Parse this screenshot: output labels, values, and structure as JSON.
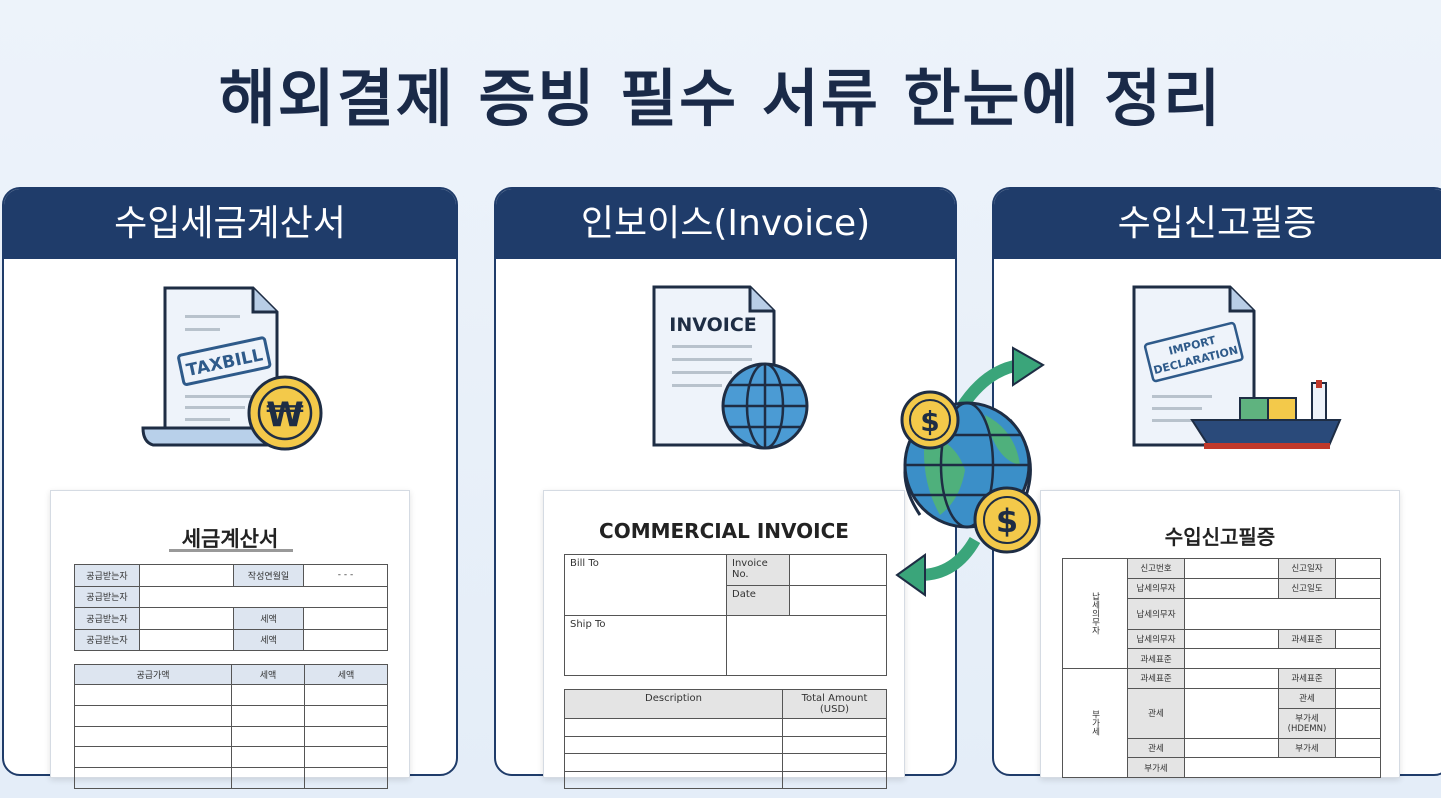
{
  "title": "해외결제 증빙 필수 서류 한눈에 정리",
  "colors": {
    "header": "#1f3c6a",
    "background": "#e8f0f9",
    "coin": "#f3c94a",
    "globe": "#3b8fc8",
    "arrow": "#3aa57a",
    "ship": "#c0392b"
  },
  "cards": [
    {
      "header": "수입세금계산서",
      "icon_stamp": "TAXBILL",
      "icon": "tax-document-with-won-coin-icon",
      "coin_symbol": "₩",
      "doc": {
        "title": "세금계산서",
        "table1": [
          [
            "공급받는자",
            "",
            "작성연월일",
            "-  -  -"
          ],
          [
            "공급받는자",
            ""
          ],
          [
            "공급받는자",
            "",
            "세액",
            ""
          ],
          [
            "공급받는자",
            "",
            "세액",
            ""
          ]
        ],
        "table2_headers": [
          "공급가액",
          "세액",
          "세액"
        ]
      }
    },
    {
      "header": "인보이스(Invoice)",
      "icon_stamp": "INVOICE",
      "icon": "invoice-document-with-globe-icon",
      "doc": {
        "title": "COMMERCIAL INVOICE",
        "bill_to": "Bill To",
        "invoice_no": "Invoice No.",
        "date": "Date",
        "ship_to": "Ship To",
        "table2_headers": [
          "Description",
          "Total Amount (USD)"
        ]
      }
    },
    {
      "header": "수입신고필증",
      "icon_stamp": "IMPORT DECLARATION",
      "icon": "import-declaration-with-cargo-ship-icon",
      "doc": {
        "title": "수입신고필증",
        "group1": "납세의무자",
        "group2": "부가세",
        "rows": [
          [
            "신고번호",
            "신고일자"
          ],
          [
            "납세의무자",
            "신고일도"
          ],
          [
            "납세의무자"
          ],
          [
            "납세의무자",
            "과세표준"
          ],
          [
            "과세표준"
          ],
          [
            "과세표준",
            "과세표준"
          ],
          [
            "관세",
            "관세"
          ],
          [
            "부가세 (HDEMN)"
          ],
          [
            "관세",
            "부가세"
          ],
          [
            "부가세"
          ]
        ]
      }
    }
  ],
  "center_icon": {
    "name": "globe-with-dollar-coins-exchange-icon",
    "coin_symbol": "$"
  }
}
